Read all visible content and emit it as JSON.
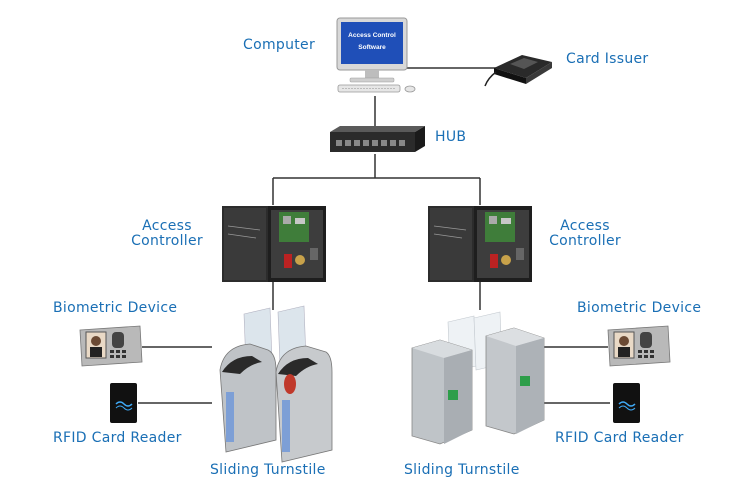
{
  "computer": {
    "label": "Computer",
    "screen_line1": "Access Control",
    "screen_line2": "Software"
  },
  "card_issuer": {
    "label": "Card Issuer"
  },
  "hub": {
    "label": "HUB"
  },
  "controller_left": {
    "label_line1": "Access",
    "label_line2": "Controller"
  },
  "controller_right": {
    "label_line1": "Access",
    "label_line2": "Controller"
  },
  "biometric_left": {
    "label": "Biometric Device"
  },
  "biometric_right": {
    "label": "Biometric Device"
  },
  "rfid_left": {
    "label": "RFID Card Reader"
  },
  "rfid_right": {
    "label": "RFID Card Reader"
  },
  "turnstile_left": {
    "label": "Sliding Turnstile"
  },
  "turnstile_right": {
    "label": "Sliding Turnstile"
  },
  "colors": {
    "label_blue": "#1a6fb5",
    "line": "#333333",
    "screen_blue": "#1f4fb8"
  }
}
